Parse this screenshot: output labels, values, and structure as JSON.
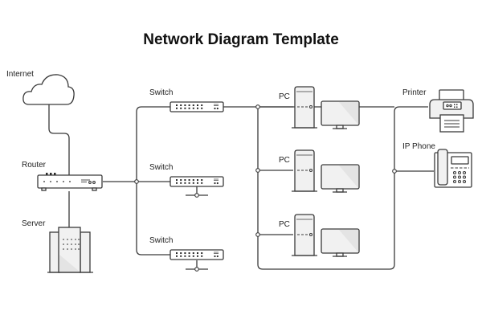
{
  "title": "Network Diagram Template",
  "colors": {
    "line": "#3a3a3a",
    "device_fill": "#f1f1f1",
    "background": "#ffffff",
    "text": "#111111"
  },
  "nodes": {
    "internet": {
      "label": "Internet",
      "icon": "cloud-icon"
    },
    "router": {
      "label": "Router",
      "icon": "router-icon"
    },
    "server": {
      "label": "Server",
      "icon": "server-icon"
    },
    "switches": [
      {
        "label": "Switch",
        "icon": "switch-icon"
      },
      {
        "label": "Switch",
        "icon": "switch-icon"
      },
      {
        "label": "Switch",
        "icon": "switch-icon"
      }
    ],
    "pcs": [
      {
        "label": "PC",
        "icon": "pc-icon"
      },
      {
        "label": "PC",
        "icon": "pc-icon"
      },
      {
        "label": "PC",
        "icon": "pc-icon"
      }
    ],
    "printer": {
      "label": "Printer",
      "icon": "printer-icon"
    },
    "ip_phone": {
      "label": "IP Phone",
      "icon": "ip-phone-icon"
    }
  },
  "connections": [
    [
      "internet",
      "router"
    ],
    [
      "router",
      "server"
    ],
    [
      "router",
      "switch-1"
    ],
    [
      "router",
      "switch-2"
    ],
    [
      "router",
      "switch-3"
    ],
    [
      "switch-1",
      "pc-1"
    ],
    [
      "switch-1",
      "pc-2"
    ],
    [
      "switch-1",
      "pc-3"
    ],
    [
      "switch-1",
      "printer"
    ],
    [
      "switch-1",
      "ip-phone"
    ]
  ]
}
